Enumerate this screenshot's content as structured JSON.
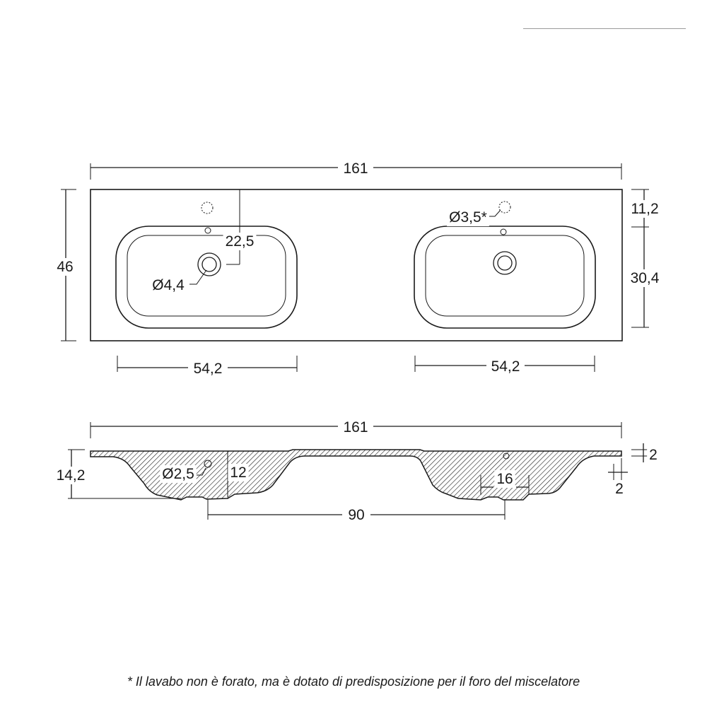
{
  "top_view": {
    "overall_width": "161",
    "overall_depth": "46",
    "back_margin": "11,2",
    "bowl_depth": "30,4",
    "drain_offset": "22,5",
    "drain_diameter": "Ø4,4",
    "tap_hole_diameter": "Ø3,5*",
    "left_bowl_width": "54,2",
    "right_bowl_width": "54,2"
  },
  "section_view": {
    "overall_width": "161",
    "height": "14,2",
    "hole_diameter": "Ø2,5",
    "drain_depth": "12",
    "drain_flat_width": "16",
    "drain_spacing": "90",
    "top_thickness": "2",
    "edge_thickness": "2"
  },
  "footnote": "* Il lavabo non è forato, ma è dotato di predisposizione per il foro del miscelatore"
}
